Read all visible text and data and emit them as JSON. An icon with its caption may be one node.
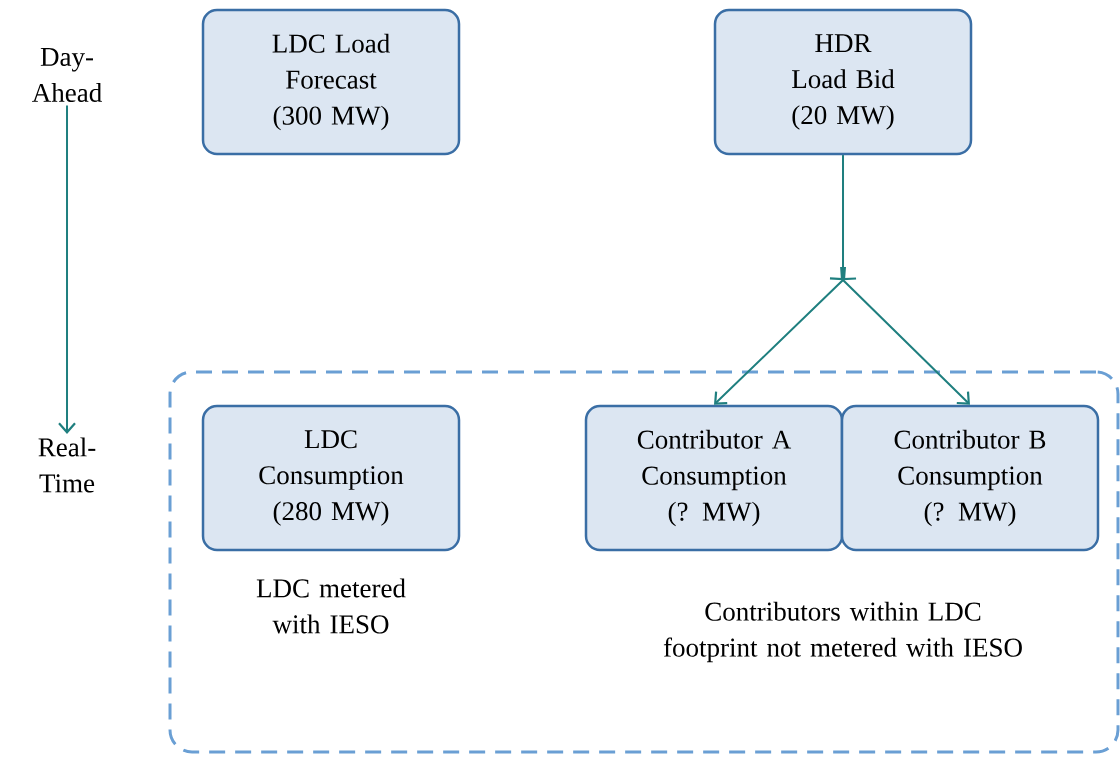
{
  "diagram": {
    "nodes": [
      {
        "text": [
          "Day-Ahead"
        ]
      },
      {
        "text": [
          "Real-Time"
        ]
      },
      {
        "text": [
          "LDC Load Forecast (300 MW)"
        ]
      },
      {
        "text": [
          "HDR Load Bid (20 MW)"
        ]
      },
      {
        "text": [],
        "shape": "box"
      },
      {
        "text": [
          "LDC Consumption (280 MW)"
        ],
        "in": 4,
        "beside": [
          "LDC metered with IESO"
        ]
      },
      {
        "text": [
          "Contributor A Consumption (? MW)"
        ],
        "in": 4
      },
      {
        "text": [
          "Contributor B Consumption (? MW)"
        ],
        "in": 4
      }
    ],
    "edges": [
      {
        "from": 0,
        "to": 1,
        "arrow": "to"
      },
      {
        "from": 3,
        "to": 6,
        "arrow": "to"
      },
      {
        "from": 3,
        "to": 7,
        "arrow": "to"
      }
    ],
    "labels": [
      "Contributors within LDC footprint not metered with IESO"
    ]
  }
}
